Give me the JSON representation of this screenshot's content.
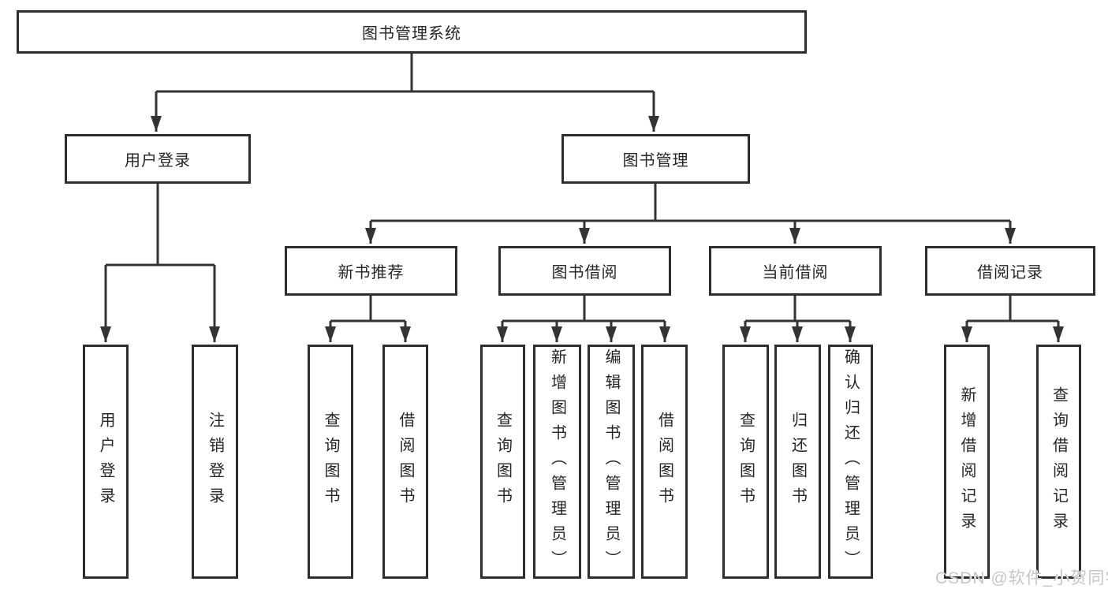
{
  "tree": {
    "root": {
      "label": "图书管理系统"
    },
    "level2": [
      {
        "id": "user-login",
        "label": "用户登录"
      },
      {
        "id": "book-management",
        "label": "图书管理"
      }
    ],
    "level3": [
      {
        "id": "new-book-recommend",
        "parent": "图书管理",
        "label": "新书推荐"
      },
      {
        "id": "book-borrowing",
        "parent": "图书管理",
        "label": "图书借阅"
      },
      {
        "id": "current-borrowing",
        "parent": "图书管理",
        "label": "当前借阅"
      },
      {
        "id": "borrowing-records",
        "parent": "图书管理",
        "label": "借阅记录"
      }
    ],
    "leaves": [
      {
        "parent": "用户登录",
        "label": "用户登录"
      },
      {
        "parent": "用户登录",
        "label": "注销登录"
      },
      {
        "parent": "新书推荐",
        "label": "查询图书"
      },
      {
        "parent": "新书推荐",
        "label": "借阅图书"
      },
      {
        "parent": "图书借阅",
        "label": "查询图书"
      },
      {
        "parent": "图书借阅",
        "label": "新增图书（管理员）"
      },
      {
        "parent": "图书借阅",
        "label": "编辑图书（管理员）"
      },
      {
        "parent": "图书借阅",
        "label": "借阅图书"
      },
      {
        "parent": "当前借阅",
        "label": "查询图书"
      },
      {
        "parent": "当前借阅",
        "label": "归还图书"
      },
      {
        "parent": "当前借阅",
        "label": "确认归还（管理员）"
      },
      {
        "parent": "借阅记录",
        "label": "新增借阅记录"
      },
      {
        "parent": "借阅记录",
        "label": "查询借阅记录"
      }
    ]
  },
  "watermark": {
    "text": "CSDN @软件_小贺同学",
    "color": "#c6c6c6"
  },
  "colors": {
    "background": "#ffffff",
    "box_border": "#2e2e2e",
    "connector": "#333333",
    "text": "#262626"
  }
}
